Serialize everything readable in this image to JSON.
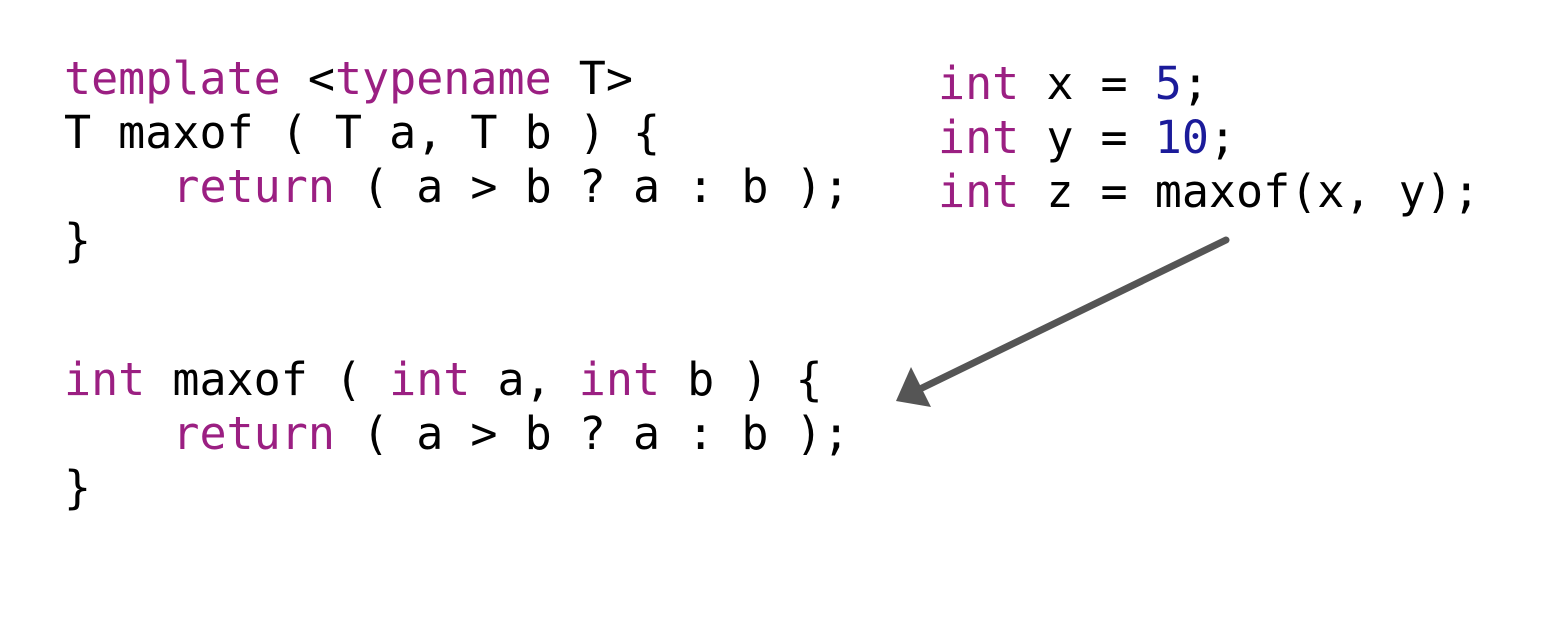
{
  "colors": {
    "keyword": "#9b1f82",
    "number": "#1b1b9a",
    "text": "#000000",
    "arrow": "#555555",
    "background": "#ffffff"
  },
  "template_code": {
    "lines": [
      [
        {
          "text": "template",
          "kind": "keyword"
        },
        {
          "text": " <",
          "kind": "text"
        },
        {
          "text": "typename",
          "kind": "keyword"
        },
        {
          "text": " T>",
          "kind": "text"
        }
      ],
      [
        {
          "text": "T maxof ( T a, T b ) {",
          "kind": "text"
        }
      ],
      [
        {
          "text": "    ",
          "kind": "text"
        },
        {
          "text": "return",
          "kind": "keyword"
        },
        {
          "text": " ( a > b ? a : b );",
          "kind": "text"
        }
      ],
      [
        {
          "text": "}",
          "kind": "text"
        }
      ]
    ]
  },
  "specialized_code": {
    "lines": [
      [
        {
          "text": "int",
          "kind": "keyword"
        },
        {
          "text": " maxof ( ",
          "kind": "text"
        },
        {
          "text": "int",
          "kind": "keyword"
        },
        {
          "text": " a, ",
          "kind": "text"
        },
        {
          "text": "int",
          "kind": "keyword"
        },
        {
          "text": " b ) {",
          "kind": "text"
        }
      ],
      [
        {
          "text": "    ",
          "kind": "text"
        },
        {
          "text": "return",
          "kind": "keyword"
        },
        {
          "text": " ( a > b ? a : b );",
          "kind": "text"
        }
      ],
      [
        {
          "text": "}",
          "kind": "text"
        }
      ]
    ]
  },
  "call_code": {
    "lines": [
      [
        {
          "text": "int",
          "kind": "keyword"
        },
        {
          "text": " x = ",
          "kind": "text"
        },
        {
          "text": "5",
          "kind": "number"
        },
        {
          "text": ";",
          "kind": "text"
        }
      ],
      [
        {
          "text": "int",
          "kind": "keyword"
        },
        {
          "text": " y = ",
          "kind": "text"
        },
        {
          "text": "10",
          "kind": "number"
        },
        {
          "text": ";",
          "kind": "text"
        }
      ],
      [
        {
          "text": "int",
          "kind": "keyword"
        },
        {
          "text": " z = maxof(x, y);",
          "kind": "text"
        }
      ]
    ]
  },
  "arrow": {
    "from": "call_code",
    "to": "specialized_code",
    "icon": "arrow-icon"
  }
}
